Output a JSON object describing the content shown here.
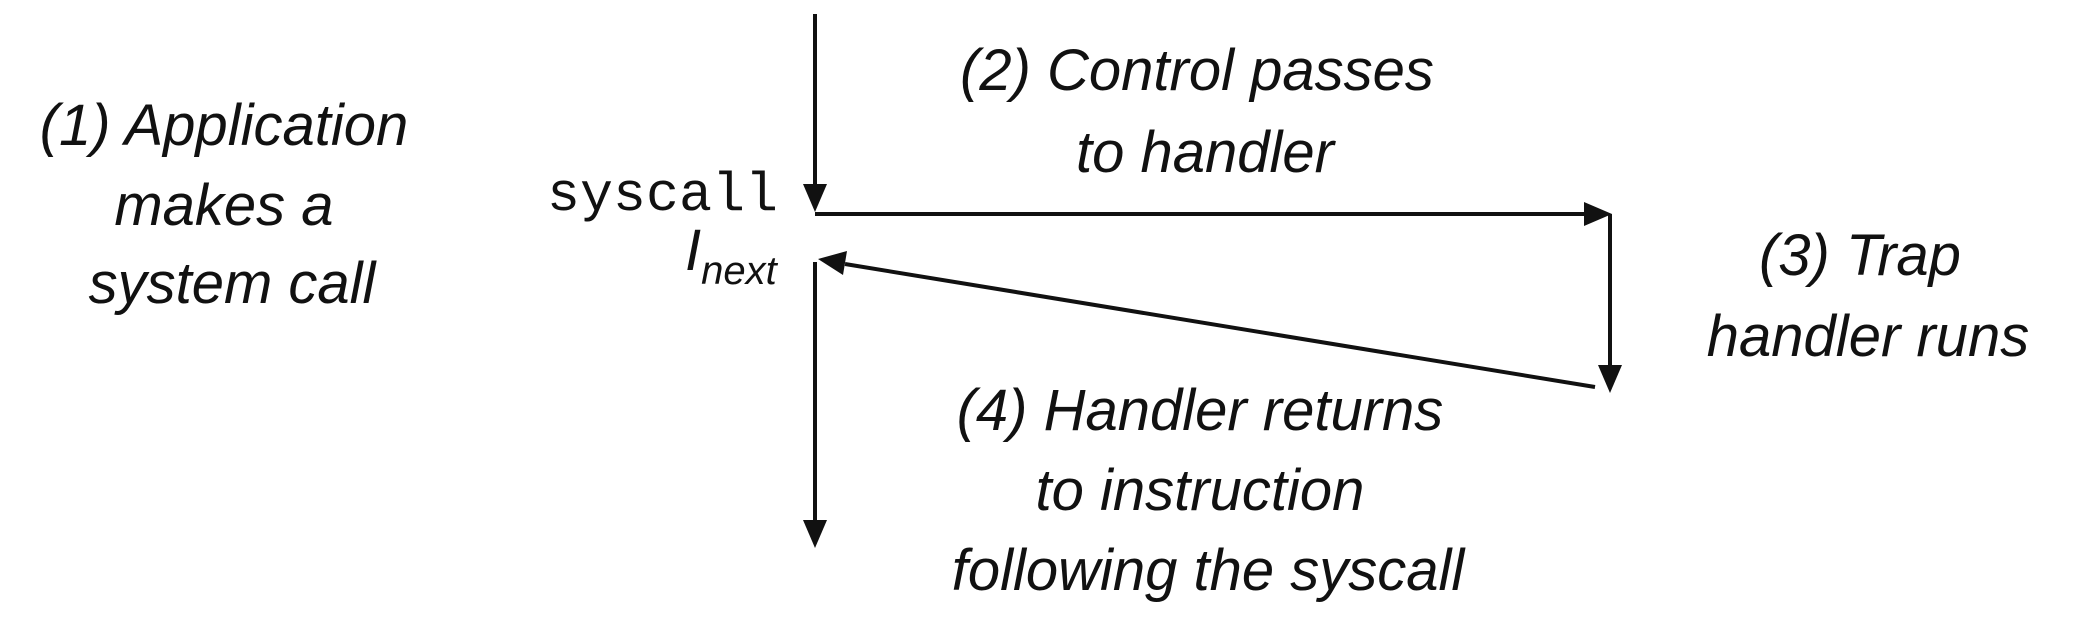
{
  "steps": {
    "app_call": [
      "(1) Application",
      "makes a",
      "system call"
    ],
    "control_passes": [
      "(2) Control passes",
      "to handler"
    ],
    "trap_runs": [
      "(3) Trap",
      "handler runs"
    ],
    "handler_returns": [
      "(4) Handler returns",
      "to instruction",
      "following the syscall"
    ]
  },
  "code": {
    "syscall": "syscall",
    "next_main": "I",
    "next_sub": "next"
  },
  "colors": {
    "ink": "#111111",
    "background": "#ffffff"
  }
}
